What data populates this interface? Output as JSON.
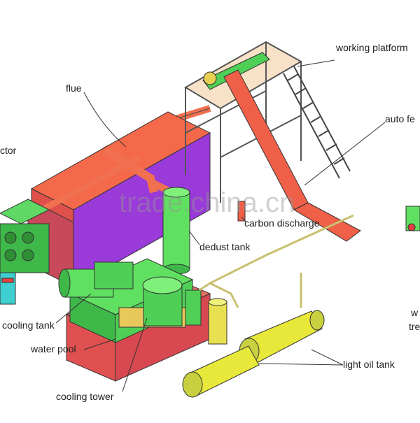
{
  "labels": {
    "working_platform": "working platform",
    "flue": "flue",
    "reactor": "ctor",
    "auto_feeder": "auto fe",
    "carbon_discharge": "carbon discharge",
    "dedust_tank": "dedust tank",
    "cooling_tank": "cooling tank",
    "water_pool": "water pool",
    "cooling_tower": "cooling tower",
    "light_oil_tank": "light oil tank",
    "right_partial_1": "w",
    "right_partial_2": "tre"
  },
  "watermark": "trade.china.cn",
  "colors": {
    "reactor_top": "#f4694a",
    "reactor_side": "#9a3ad8",
    "reactor_base": "#e0504a",
    "green": "#4fe05a",
    "green_dark": "#2fa83a",
    "tank_body": "#d8e83a",
    "slide": "#f06048",
    "platform": "#d8a060",
    "pipe": "#e8e06a"
  }
}
